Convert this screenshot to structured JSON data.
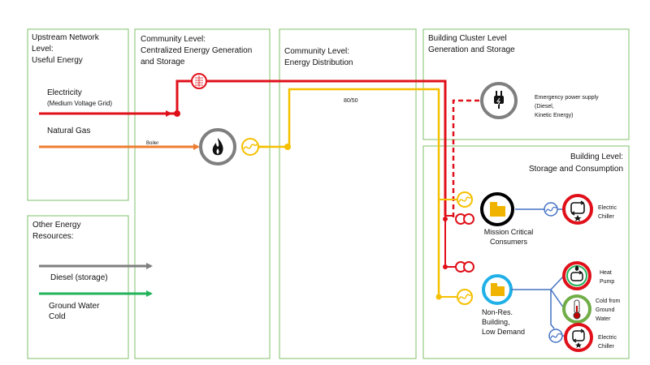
{
  "panels": {
    "upstream": {
      "title_lines": [
        "Upstream Network",
        "Level:",
        "Useful Energy"
      ]
    },
    "other": {
      "title_lines": [
        "Other Energy",
        "Resources:"
      ]
    },
    "generation": {
      "title_lines": [
        "Community Level:",
        "Centralized Energy Generation",
        "and Storage"
      ]
    },
    "distribution": {
      "title_lines": [
        "Community Level:",
        "Energy Distribution"
      ]
    },
    "cluster": {
      "title_lines": [
        "Building Cluster Level",
        "Generation and Storage"
      ]
    },
    "building": {
      "title_lines": [
        "Building Level:",
        "Storage and Consumption"
      ]
    }
  },
  "inputs": {
    "electricity": {
      "label": "Electricity",
      "sublabel": "(Medium Voltage Grid)"
    },
    "natural_gas": {
      "label": "Natural Gas"
    },
    "diesel": {
      "label": "Diesel  (storage)"
    },
    "ground_water": {
      "label_lines": [
        "Ground Water",
        "Cold"
      ]
    }
  },
  "components": {
    "boiler": {
      "label": "Boiler"
    },
    "supply_temp": {
      "label": "80/50"
    },
    "emergency": {
      "label_lines": [
        "Emergency power supply",
        "(Diesel,",
        "Kinetic Energy)"
      ]
    },
    "mission_critical": {
      "label_lines": [
        "Mission Critical",
        "Consumers"
      ]
    },
    "non_res": {
      "label_lines": [
        "Non-Res.",
        "Building,",
        "Low Demand"
      ]
    },
    "electric_chiller_1": {
      "label_lines": [
        "Electric",
        "Chiller"
      ]
    },
    "heat_pump": {
      "label_lines": [
        "Heat",
        "Pump"
      ]
    },
    "ground_water_cold": {
      "label_lines": [
        "Cold from",
        "Ground",
        "Water"
      ]
    },
    "electric_chiller_2": {
      "label_lines": [
        "Electric",
        "Chiller"
      ]
    }
  },
  "colors": {
    "panel_border": "#7fc06a",
    "electricity": "#e0101a",
    "heat": "#f5c000",
    "natural_gas": "#ed7d31",
    "diesel": "#7f7f7f",
    "ground_water": "#22b35a",
    "cooling": "#4472c4",
    "mission_ring": "#000000",
    "non_res_ring": "#1fb0e8",
    "heat_pump_ring": "#22b35a",
    "ground_ring": "#70ad47",
    "emergency_ring": "#7f7f7f",
    "boiler_ring": "#7f7f7f",
    "building_icon": "#f0b400"
  },
  "icons": {
    "boiler": "flame-icon",
    "emergency": "plug-icon",
    "mission_critical": "building-icon",
    "non_res": "building-icon",
    "electric_chiller": "cycle-arrows-icon",
    "heat_pump": "cycle-arrows-icon",
    "ground_water": "thermometer-icon",
    "heat_exchanger": "heat-exchanger-icon",
    "transformer": "transformer-icon",
    "electric_heater": "electric-heater-icon"
  }
}
